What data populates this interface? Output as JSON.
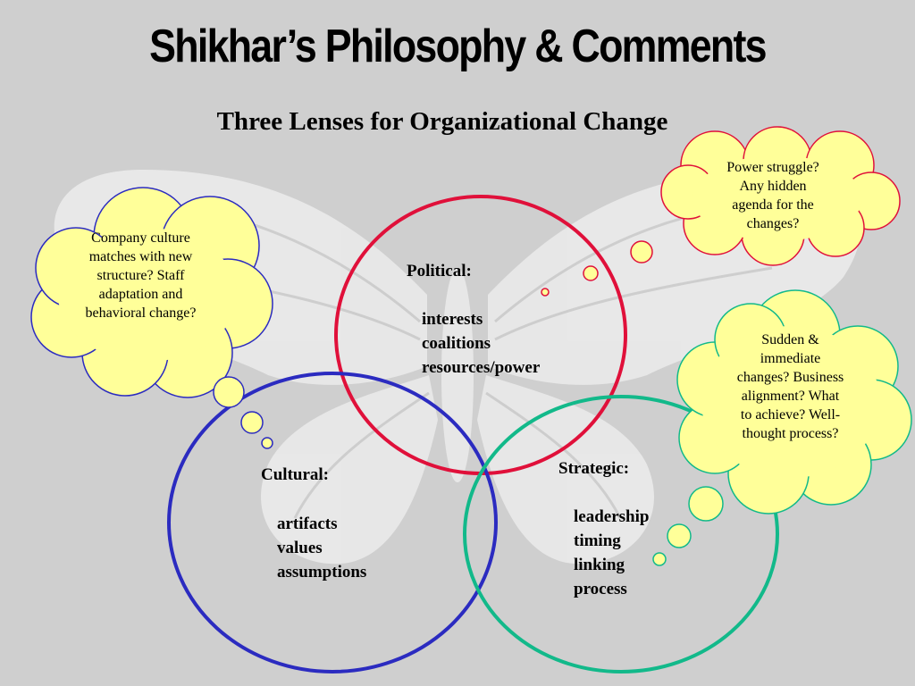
{
  "slide": {
    "title": "Shikhar’s Philosophy & Comments",
    "subtitle": "Three Lenses for Organizational Change"
  },
  "lenses": {
    "political": {
      "heading": "Political:",
      "items": [
        "interests",
        "coalitions",
        "resources/power"
      ],
      "color": "#e0103a"
    },
    "cultural": {
      "heading": "Cultural:",
      "items": [
        "artifacts",
        "values",
        "assumptions"
      ],
      "color": "#2b2bc0"
    },
    "strategic": {
      "heading": "Strategic:",
      "items": [
        "leadership",
        "timing",
        "linking",
        "process"
      ],
      "color": "#12b98a"
    }
  },
  "thought_bubbles": {
    "cultural": {
      "lines": [
        "Company culture",
        "matches with new",
        "structure? Staff",
        "adaptation and",
        "behavioral change?"
      ],
      "outline_color": "#2b2bc0"
    },
    "political": {
      "lines": [
        "Power struggle?",
        "Any hidden",
        "agenda for the",
        "changes?"
      ],
      "outline_color": "#e0103a"
    },
    "strategic": {
      "lines": [
        "Sudden &",
        "immediate",
        "changes? Business",
        "alignment?  What",
        "to achieve? Well-",
        "thought process?"
      ],
      "outline_color": "#12b98a"
    }
  },
  "colors": {
    "background": "#cfcfcf",
    "bubble_fill": "#ffff99",
    "butterfly": "#ececec"
  }
}
